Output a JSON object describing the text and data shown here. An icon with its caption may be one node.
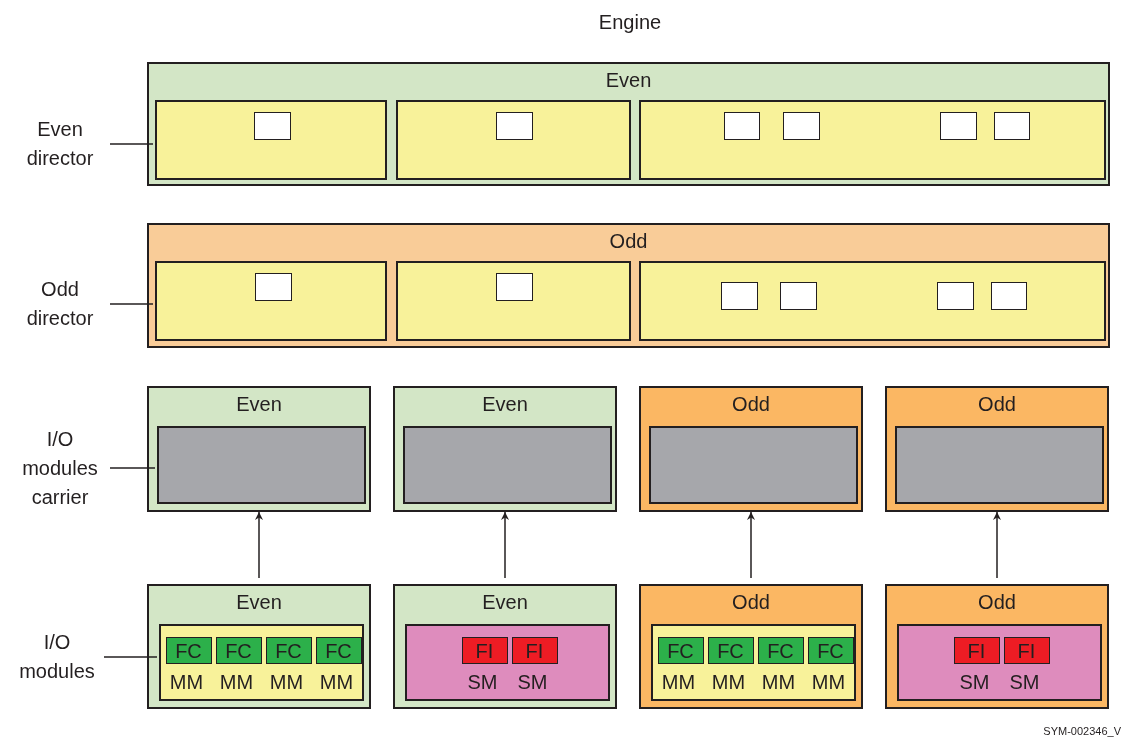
{
  "diagram": {
    "title": "Engine",
    "nodes": [
      {
        "text": [
          "Even"
        ]
      },
      {
        "text": [],
        "shape": "box",
        "in": 0
      },
      {
        "text": [],
        "shape": "box",
        "in": 0
      },
      {
        "text": [],
        "shape": "box",
        "in": 0
      },
      {
        "text": [],
        "shape": "box",
        "in": 1
      },
      {
        "text": [],
        "shape": "box",
        "in": 2
      },
      {
        "text": [],
        "shape": "box",
        "in": 3
      },
      {
        "text": [],
        "shape": "box",
        "in": 3
      },
      {
        "text": [],
        "shape": "box",
        "in": 3
      },
      {
        "text": [],
        "shape": "box",
        "in": 3
      },
      {
        "text": [
          "Odd"
        ]
      },
      {
        "text": [],
        "shape": "box",
        "in": 10
      },
      {
        "text": [],
        "shape": "box",
        "in": 10
      },
      {
        "text": [],
        "shape": "box",
        "in": 10
      },
      {
        "text": [],
        "shape": "box",
        "in": 11
      },
      {
        "text": [],
        "shape": "box",
        "in": 12
      },
      {
        "text": [],
        "shape": "box",
        "in": 13
      },
      {
        "text": [],
        "shape": "box",
        "in": 13
      },
      {
        "text": [],
        "shape": "box",
        "in": 13
      },
      {
        "text": [],
        "shape": "box",
        "in": 13
      },
      {
        "text": [
          "Even director"
        ]
      },
      {
        "text": [
          "Odd director"
        ]
      },
      {
        "text": [
          "Even"
        ]
      },
      {
        "text": [],
        "shape": "box",
        "in": 22
      },
      {
        "text": [
          "Even"
        ]
      },
      {
        "text": [],
        "shape": "box",
        "in": 24
      },
      {
        "text": [
          "Odd"
        ]
      },
      {
        "text": [],
        "shape": "box",
        "in": 26
      },
      {
        "text": [
          "Odd"
        ]
      },
      {
        "text": [],
        "shape": "box",
        "in": 28
      },
      {
        "text": [
          "I/O modules carrier"
        ]
      },
      {
        "text": [
          "Even"
        ]
      },
      {
        "text": [
          "MM",
          "MM",
          "MM",
          "MM"
        ],
        "in": 31
      },
      {
        "text": [
          "FC"
        ],
        "in": 32
      },
      {
        "text": [
          "FC"
        ],
        "in": 32
      },
      {
        "text": [
          "FC"
        ],
        "in": 32
      },
      {
        "text": [
          "FC"
        ],
        "in": 32
      },
      {
        "text": [
          "Even"
        ]
      },
      {
        "text": [
          "SM",
          "SM"
        ],
        "in": 37
      },
      {
        "text": [
          "FI"
        ],
        "in": 38
      },
      {
        "text": [
          "FI"
        ],
        "in": 38
      },
      {
        "text": [
          "Odd"
        ]
      },
      {
        "text": [
          "MM",
          "MM",
          "MM",
          "MM"
        ],
        "in": 41
      },
      {
        "text": [
          "FC"
        ],
        "in": 42
      },
      {
        "text": [
          "FC"
        ],
        "in": 42
      },
      {
        "text": [
          "FC"
        ],
        "in": 42
      },
      {
        "text": [
          "FC"
        ],
        "in": 42
      },
      {
        "text": [
          "Odd"
        ]
      },
      {
        "text": [
          "SM",
          "SM"
        ],
        "in": 47
      },
      {
        "text": [
          "FI"
        ],
        "in": 48
      },
      {
        "text": [
          "FI"
        ],
        "in": 48
      },
      {
        "text": [
          "I/O modules"
        ]
      }
    ],
    "edges": [
      {
        "from": 20,
        "to": 1,
        "arrow": "none"
      },
      {
        "from": 21,
        "to": 11,
        "arrow": "none"
      },
      {
        "from": 30,
        "to": 23,
        "arrow": "none"
      },
      {
        "from": 51,
        "to": 32,
        "arrow": "none"
      },
      {
        "from": 31,
        "to": 22,
        "arrow": "to"
      },
      {
        "from": 37,
        "to": 24,
        "arrow": "to"
      },
      {
        "from": 41,
        "to": 26,
        "arrow": "to"
      },
      {
        "from": 47,
        "to": 28,
        "arrow": "to"
      }
    ],
    "labels": [
      "SYM-002346_V"
    ]
  }
}
